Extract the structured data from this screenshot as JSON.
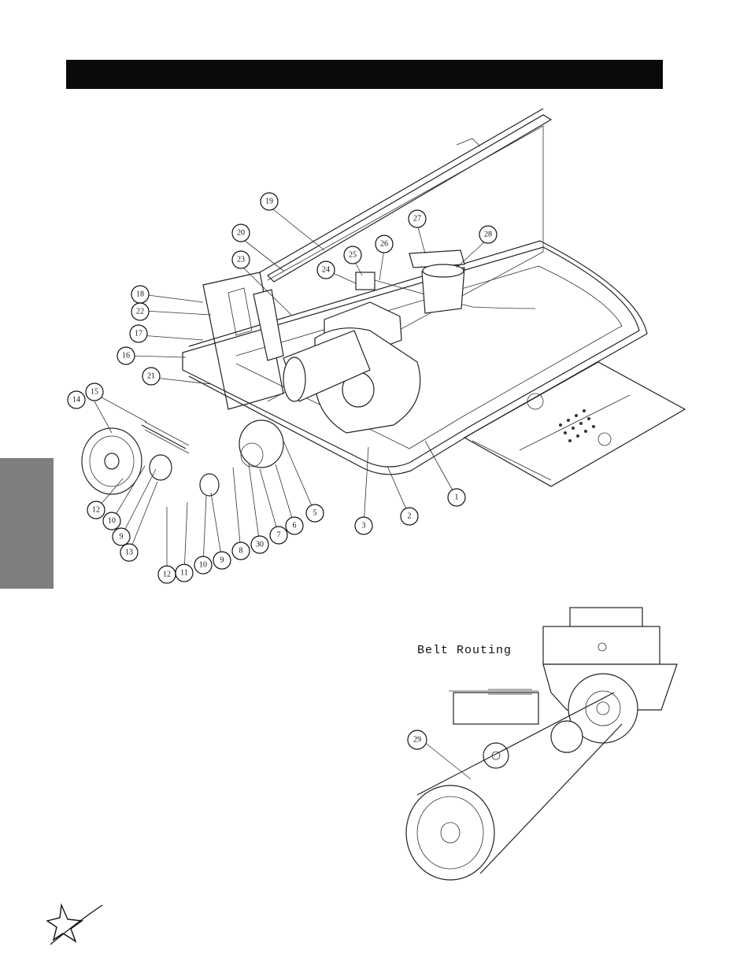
{
  "header": {
    "bar_color": "#0a0a0a"
  },
  "side_tab": {
    "color": "#7f7f7f"
  },
  "belt_routing": {
    "label": "Belt Routing"
  },
  "callouts": [
    {
      "id": "c1",
      "num": "1"
    },
    {
      "id": "c2",
      "num": "2"
    },
    {
      "id": "c3",
      "num": "3"
    },
    {
      "id": "c5",
      "num": "5"
    },
    {
      "id": "c6",
      "num": "6"
    },
    {
      "id": "c7",
      "num": "7"
    },
    {
      "id": "c8",
      "num": "8"
    },
    {
      "id": "c30",
      "num": "30"
    },
    {
      "id": "c9a",
      "num": "9"
    },
    {
      "id": "c10a",
      "num": "10"
    },
    {
      "id": "c11",
      "num": "11"
    },
    {
      "id": "c12a",
      "num": "12"
    },
    {
      "id": "c9b",
      "num": "9"
    },
    {
      "id": "c10b",
      "num": "10"
    },
    {
      "id": "c12b",
      "num": "12"
    },
    {
      "id": "c13",
      "num": "13"
    },
    {
      "id": "c14",
      "num": "14"
    },
    {
      "id": "c15",
      "num": "15"
    },
    {
      "id": "c16",
      "num": "16"
    },
    {
      "id": "c17",
      "num": "17"
    },
    {
      "id": "c18",
      "num": "18"
    },
    {
      "id": "c19",
      "num": "19"
    },
    {
      "id": "c20",
      "num": "20"
    },
    {
      "id": "c21",
      "num": "21"
    },
    {
      "id": "c22",
      "num": "22"
    },
    {
      "id": "c23",
      "num": "23"
    },
    {
      "id": "c24",
      "num": "24"
    },
    {
      "id": "c25",
      "num": "25"
    },
    {
      "id": "c26",
      "num": "26"
    },
    {
      "id": "c27",
      "num": "27"
    },
    {
      "id": "c28",
      "num": "28"
    },
    {
      "id": "c29",
      "num": "29"
    }
  ],
  "logo": {
    "icon": "star-swoosh-logo"
  }
}
